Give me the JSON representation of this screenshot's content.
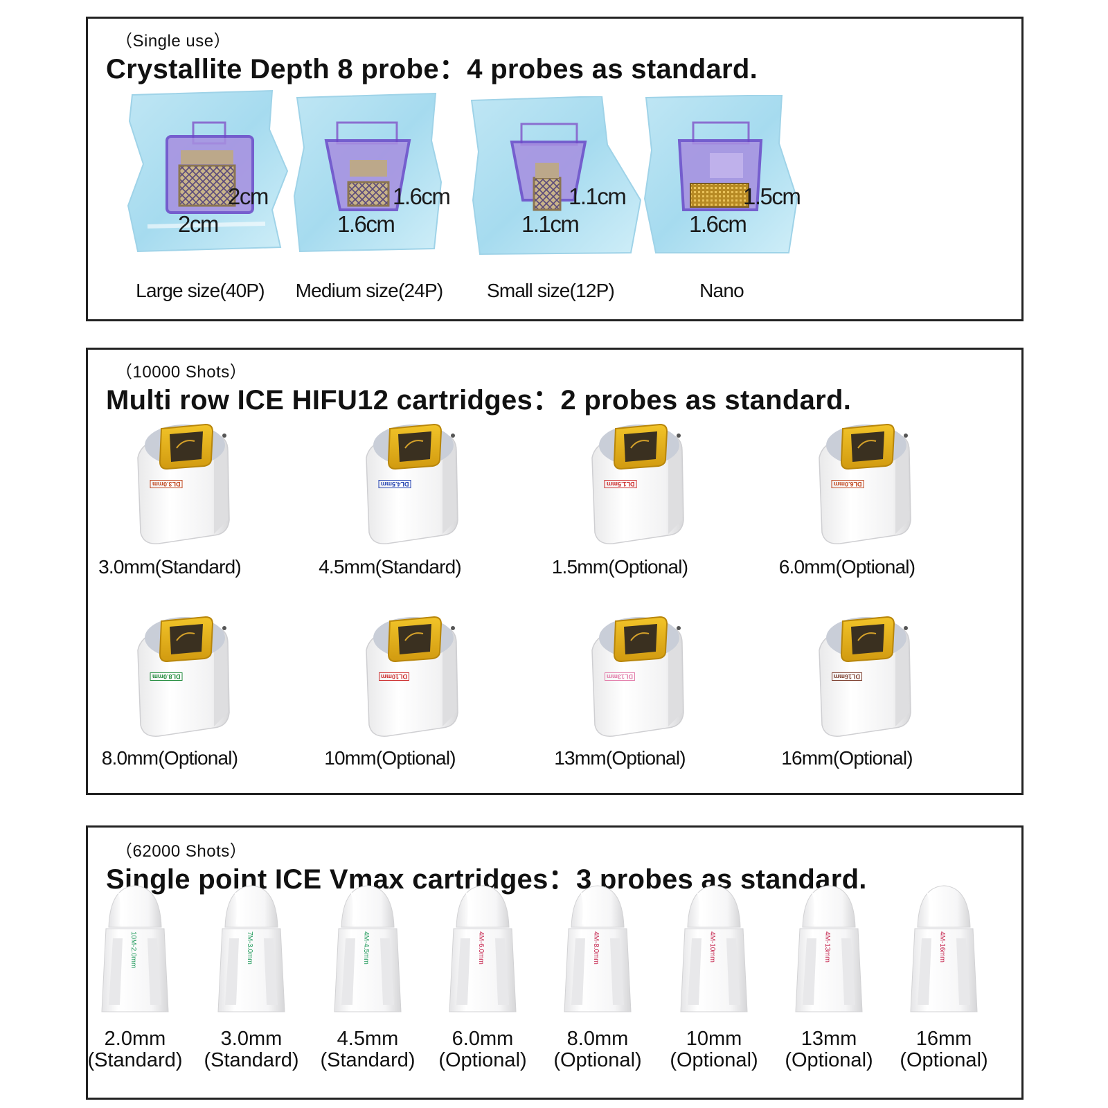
{
  "section1": {
    "subtitle": "（Single use）",
    "title": "Crystallite Depth 8 probe：4 probes as standard.",
    "items": [
      {
        "label": "Large size(40P)",
        "height_label": "2cm",
        "width_label": "2cm"
      },
      {
        "label": "Medium size(24P)",
        "height_label": "1.6cm",
        "width_label": "1.6cm"
      },
      {
        "label": "Small size(12P)",
        "height_label": "1.1cm",
        "width_label": "1.1cm"
      },
      {
        "label": "Nano",
        "height_label": "1.5cm",
        "width_label": "1.6cm"
      }
    ]
  },
  "section2": {
    "subtitle": "（10000 Shots）",
    "title": "Multi row ICE HIFU12 cartridges：2 probes as standard.",
    "items": [
      {
        "label": "3.0mm(Standard)",
        "tag": "DL3.0mm",
        "tag_color": "#c0461e"
      },
      {
        "label": "4.5mm(Standard)",
        "tag": "DL4.5mm",
        "tag_color": "#1f3fb0"
      },
      {
        "label": "1.5mm(Optional)",
        "tag": "DL1.5mm",
        "tag_color": "#cc2a2a"
      },
      {
        "label": "6.0mm(Optional)",
        "tag": "DL6.0mm",
        "tag_color": "#c0461e"
      },
      {
        "label": "8.0mm(Optional)",
        "tag": "DL8.0mm",
        "tag_color": "#1f8a3a"
      },
      {
        "label": "10mm(Optional)",
        "tag": "DL10mm",
        "tag_color": "#cc2a2a"
      },
      {
        "label": "13mm(Optional)",
        "tag": "DL13mm",
        "tag_color": "#e27aa8"
      },
      {
        "label": "16mm(Optional)",
        "tag": "DL16mm",
        "tag_color": "#7a3b2a"
      }
    ]
  },
  "section3": {
    "subtitle": "（62000 Shots）",
    "title": "Single point ICE Vmax cartridges：3 probes as standard.",
    "items": [
      {
        "size": "2.0mm",
        "type": "(Standard)",
        "tag": "10M-2.0mm",
        "tag_color": "#1f9a5a"
      },
      {
        "size": "3.0mm",
        "type": "(Standard)",
        "tag": "7M-3.0mm",
        "tag_color": "#1f9a5a"
      },
      {
        "size": "4.5mm",
        "type": "(Standard)",
        "tag": "4M-4.5mm",
        "tag_color": "#1f9a5a"
      },
      {
        "size": "6.0mm",
        "type": "(Optional)",
        "tag": "4M-6.0mm",
        "tag_color": "#c4204a"
      },
      {
        "size": "8.0mm",
        "type": "(Optional)",
        "tag": "4M-8.0mm",
        "tag_color": "#c4204a"
      },
      {
        "size": "10mm",
        "type": "(Optional)",
        "tag": "4M-10mm",
        "tag_color": "#c4204a"
      },
      {
        "size": "13mm",
        "type": "(Optional)",
        "tag": "4M-13mm",
        "tag_color": "#c4204a"
      },
      {
        "size": "16mm",
        "type": "(Optional)",
        "tag": "4M-16mm",
        "tag_color": "#c4204a"
      }
    ]
  }
}
